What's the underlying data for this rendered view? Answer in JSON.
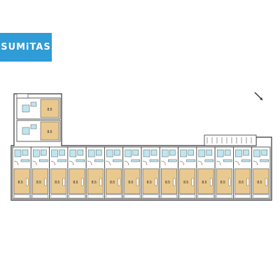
{
  "brand": {
    "name": "SUMiTAS",
    "color": "#2f9bd7"
  },
  "floor_plan": {
    "unit_size_label": "8.5",
    "unit_count": 14,
    "upper_wing_count": 2,
    "colors": {
      "wall": "#333333",
      "wood_floor": "#e9c98f",
      "bathroom": "#bfe6ef",
      "white": "#ffffff"
    }
  },
  "compass": {
    "icon": "north-arrow-icon"
  }
}
